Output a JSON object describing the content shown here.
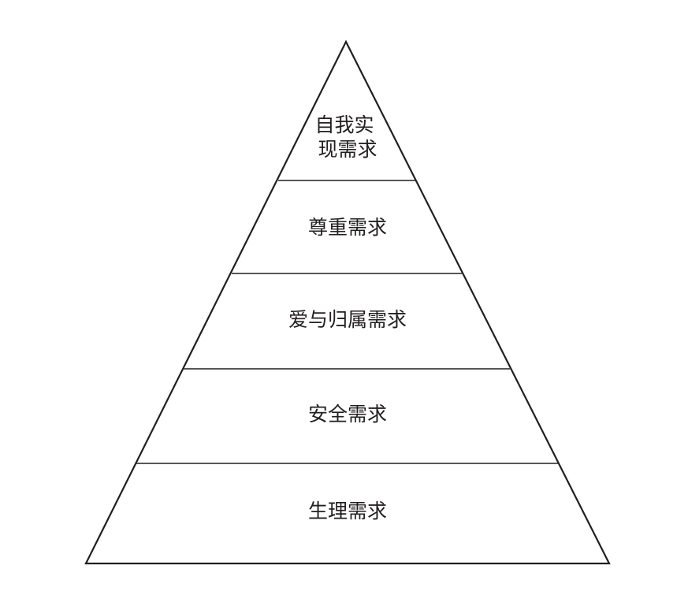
{
  "pyramid": {
    "levels": [
      {
        "lines": [
          "自我实",
          "现需求"
        ]
      },
      {
        "lines": [
          "尊重需求"
        ]
      },
      {
        "lines": [
          "爱与归属需求"
        ]
      },
      {
        "lines": [
          "安全需求"
        ]
      },
      {
        "lines": [
          "生理需求"
        ]
      }
    ]
  }
}
